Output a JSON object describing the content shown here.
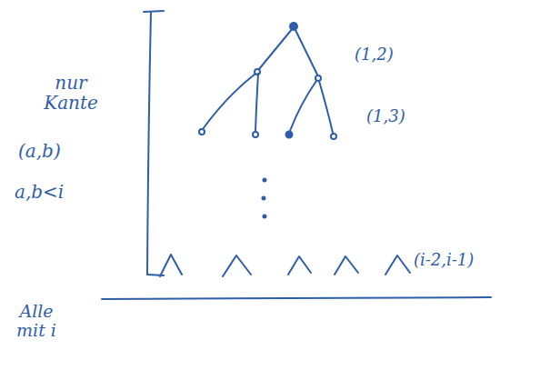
{
  "diagram": {
    "labels": [
      "nur Kante",
      "(a,b)",
      "a,b<i",
      "(1,2)",
      "(1,3)",
      "(i-2,i-1)",
      "Alle mit i"
    ]
  }
}
